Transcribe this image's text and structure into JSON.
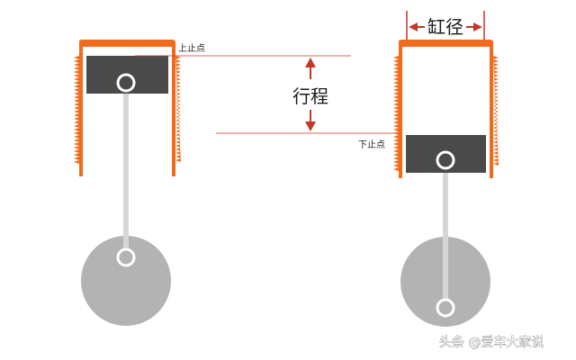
{
  "labels": {
    "tdc": "上止点",
    "bdc": "下止点",
    "stroke": "行程",
    "bore": "缸径"
  },
  "watermark": {
    "text": "头条 @爱车大家说"
  },
  "colors": {
    "cylinder": "#f26b1d",
    "piston": "#4a4a4a",
    "rod": "#d6d6d6",
    "crank": "#b3b3b3",
    "guide_line": "#c0392b",
    "background": "#ffffff"
  }
}
